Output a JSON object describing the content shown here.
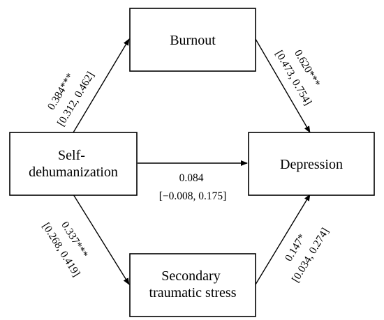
{
  "nodes": {
    "self_dehumanization": {
      "lines": [
        "Self-",
        "dehumanization"
      ]
    },
    "burnout": {
      "lines": [
        "Burnout"
      ]
    },
    "depression": {
      "lines": [
        "Depression"
      ]
    },
    "secondary_traumatic_stress": {
      "lines": [
        "Secondary",
        "traumatic stress"
      ]
    }
  },
  "edges": {
    "self_to_burnout": {
      "coef": "0.384***",
      "ci": "[0.312, 0.462]"
    },
    "burnout_to_depression": {
      "coef": "0.620***",
      "ci": "[0.473, 0.754]"
    },
    "self_to_depression": {
      "coef": "0.084",
      "ci": "[−0.008, 0.175]"
    },
    "self_to_sts": {
      "coef": "0.337***",
      "ci": "[0.268, 0.419]"
    },
    "sts_to_depression": {
      "coef": "0.147*",
      "ci": "[0.034, 0.274]"
    }
  },
  "colors": {
    "line": "#000000",
    "box_fill": "#ffffff",
    "text": "#000000"
  }
}
